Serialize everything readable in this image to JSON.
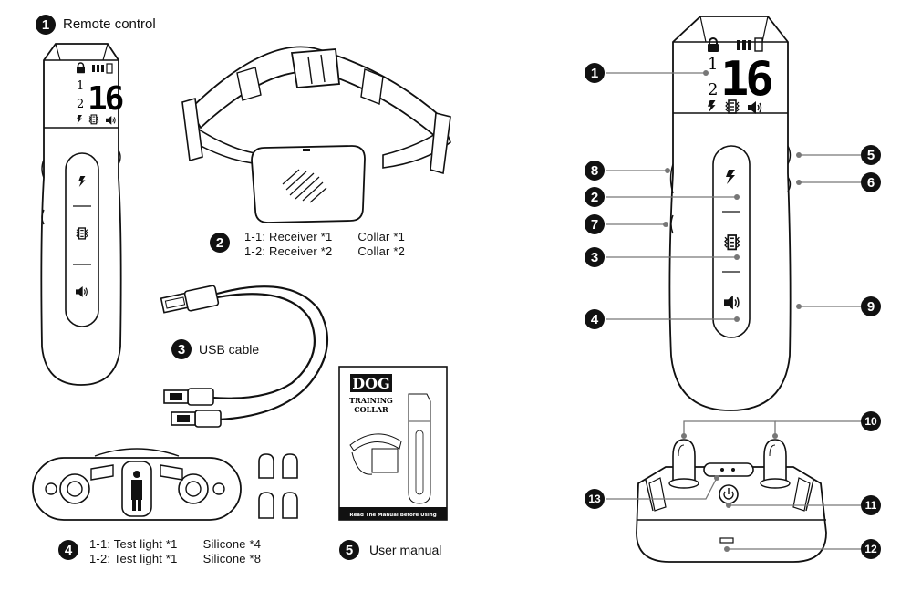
{
  "items": [
    {
      "num": "1",
      "label": "Remote control"
    },
    {
      "num": "2",
      "lines": [
        {
          "a": "1-1: Receiver *1",
          "b": "Collar *1"
        },
        {
          "a": "1-2: Receiver *2",
          "b": "Collar *2"
        }
      ]
    },
    {
      "num": "3",
      "label": "USB cable"
    },
    {
      "num": "4",
      "lines": [
        {
          "a": "1-1: Test light *1",
          "b": "Silicone *4"
        },
        {
          "a": "1-2: Test light *1",
          "b": "Silicone *8"
        }
      ]
    },
    {
      "num": "5",
      "label": "User manual"
    }
  ],
  "manual": {
    "brand": "DOG",
    "title_line1": "TRAINING",
    "title_line2": "COLLAR",
    "footer": "Read The Manual Before Using"
  },
  "remote_display": {
    "channel_1": "1",
    "channel_2": "2",
    "level": "16"
  },
  "callouts": [
    "1",
    "2",
    "3",
    "4",
    "5",
    "6",
    "7",
    "8",
    "9",
    "10",
    "11",
    "12",
    "13"
  ],
  "icons": [
    "lock-icon",
    "signal-bars-icon",
    "battery-icon",
    "shock-icon",
    "vibration-icon",
    "sound-icon",
    "power-icon"
  ]
}
